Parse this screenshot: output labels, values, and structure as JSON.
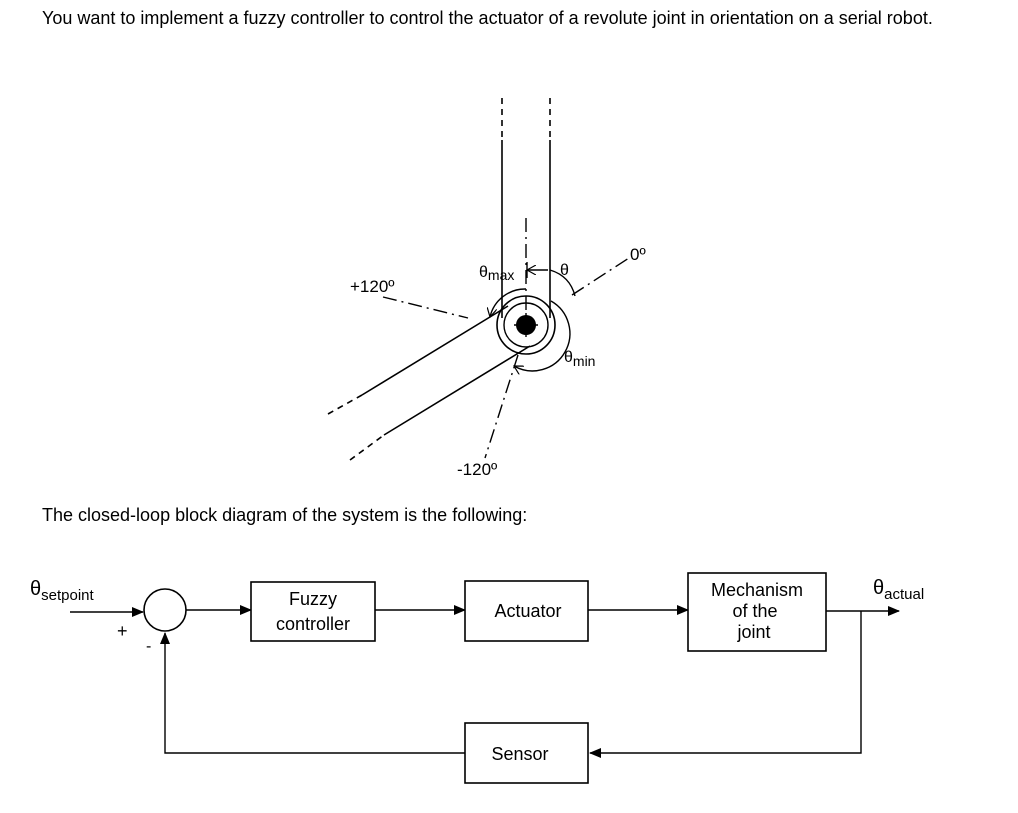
{
  "intro_text": "You want to implement a fuzzy controller to control the actuator of a revolute joint in orientation on a serial robot.",
  "closed_loop_text": "The closed-loop block diagram of the system is the following:",
  "joint_figure": {
    "label_plus120": "+120º",
    "label_minus120": "-120º",
    "label_zero": "0º",
    "theta_symbol": "θ",
    "theta_max_sub": "max",
    "theta_min_sub": "min"
  },
  "block_diagram": {
    "input_symbol": "θ",
    "input_sub": "setpoint",
    "output_symbol": "θ",
    "output_sub": "actual",
    "plus_sign": "+",
    "minus_sign": "-",
    "fuzzy_line1": "Fuzzy",
    "fuzzy_line2": "controller",
    "actuator": "Actuator",
    "mechanism_line1": "Mechanism",
    "mechanism_line2": "of the",
    "mechanism_line3": "joint",
    "sensor": "Sensor"
  }
}
